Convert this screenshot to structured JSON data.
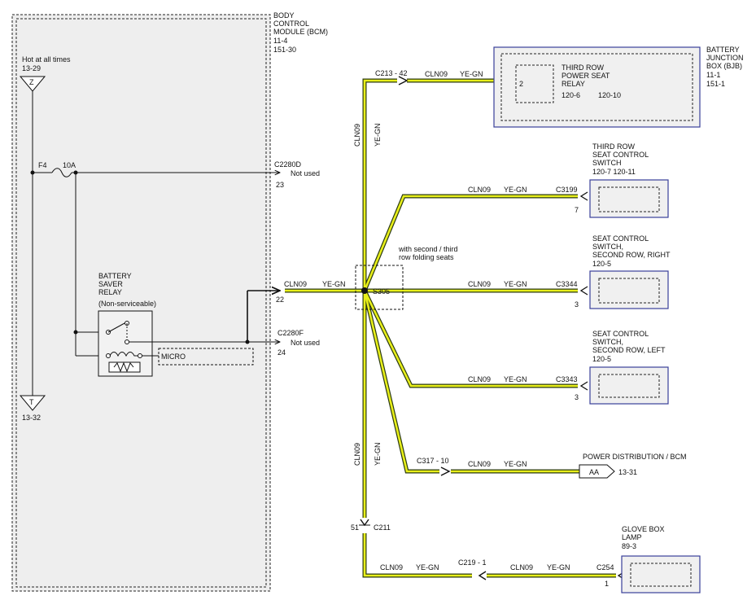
{
  "bcm": {
    "title_lines": [
      "BODY",
      "CONTROL",
      "MODULE (BCM)",
      "11-4",
      "151-30"
    ],
    "hot_label": "Hot at all times",
    "hot_ref": "13-29",
    "hot_symbol": "Z",
    "ground_symbol": "T",
    "ground_ref": "13-32",
    "fuse_name": "F4",
    "fuse_rating": "10A",
    "conn_d": "C2280D",
    "conn_d_note": "Not used",
    "conn_d_pin": "23",
    "relay_lines": [
      "BATTERY",
      "SAVER",
      "RELAY",
      "(Non-serviceable)"
    ],
    "micro": "MICRO",
    "out_wire": "CLN09",
    "out_color": "YE-GN",
    "out_pin": "22",
    "conn_f": "C2280F",
    "conn_f_note": "Not used",
    "conn_f_pin": "24"
  },
  "splice": {
    "name": "S305",
    "note_lines": [
      "with second / third",
      "row folding seats"
    ]
  },
  "trunk": {
    "upper_wire": "CLN09",
    "upper_color": "YE-GN",
    "lower_wire": "CLN09",
    "lower_color": "YE-GN",
    "c211_pin": "51",
    "c211": "C211"
  },
  "bjb": {
    "title_lines": [
      "BATTERY",
      "JUNCTION",
      "BOX (BJB)",
      "11-1",
      "151-1"
    ],
    "conn": "C213 - 42",
    "wire": "CLN09",
    "color": "YE-GN",
    "relay_lines": [
      "THIRD ROW",
      "POWER SEAT",
      "RELAY"
    ],
    "relay_ref1": "120-6",
    "relay_ref2": "120-10",
    "pin": "2"
  },
  "branches": [
    {
      "title_lines": [
        "THIRD ROW",
        "SEAT CONTROL",
        "SWITCH"
      ],
      "ref": "120-7      120-11",
      "wire": "CLN09",
      "color": "YE-GN",
      "conn": "C3199",
      "pin": "7"
    },
    {
      "title_lines": [
        "SEAT CONTROL",
        "SWITCH,",
        "SECOND ROW, RIGHT"
      ],
      "ref": "120-5",
      "wire": "CLN09",
      "color": "YE-GN",
      "conn": "C3344",
      "pin": "3"
    },
    {
      "title_lines": [
        "SEAT CONTROL",
        "SWITCH,",
        "SECOND ROW, LEFT"
      ],
      "ref": "120-5",
      "wire": "CLN09",
      "color": "YE-GN",
      "conn": "C3343",
      "pin": "3"
    }
  ],
  "power_dist": {
    "conn": "C317 - 10",
    "wire": "CLN09",
    "color": "YE-GN",
    "label": "POWER DISTRIBUTION / BCM",
    "symbol": "AA",
    "ref": "13-31"
  },
  "glove": {
    "title_lines": [
      "GLOVE BOX",
      "LAMP",
      "89-3"
    ],
    "wire1": "CLN09",
    "color1": "YE-GN",
    "inline_conn": "C219 - 1",
    "wire2": "CLN09",
    "color2": "YE-GN",
    "conn": "C254",
    "pin": "1"
  },
  "colors": {
    "wire_fill": "#e8ef1a",
    "wire_edge": "#2b3a12",
    "component_border": "#3a3f9a",
    "component_fill": "#f0f0f0",
    "bcm_fill": "#eeeeee"
  }
}
